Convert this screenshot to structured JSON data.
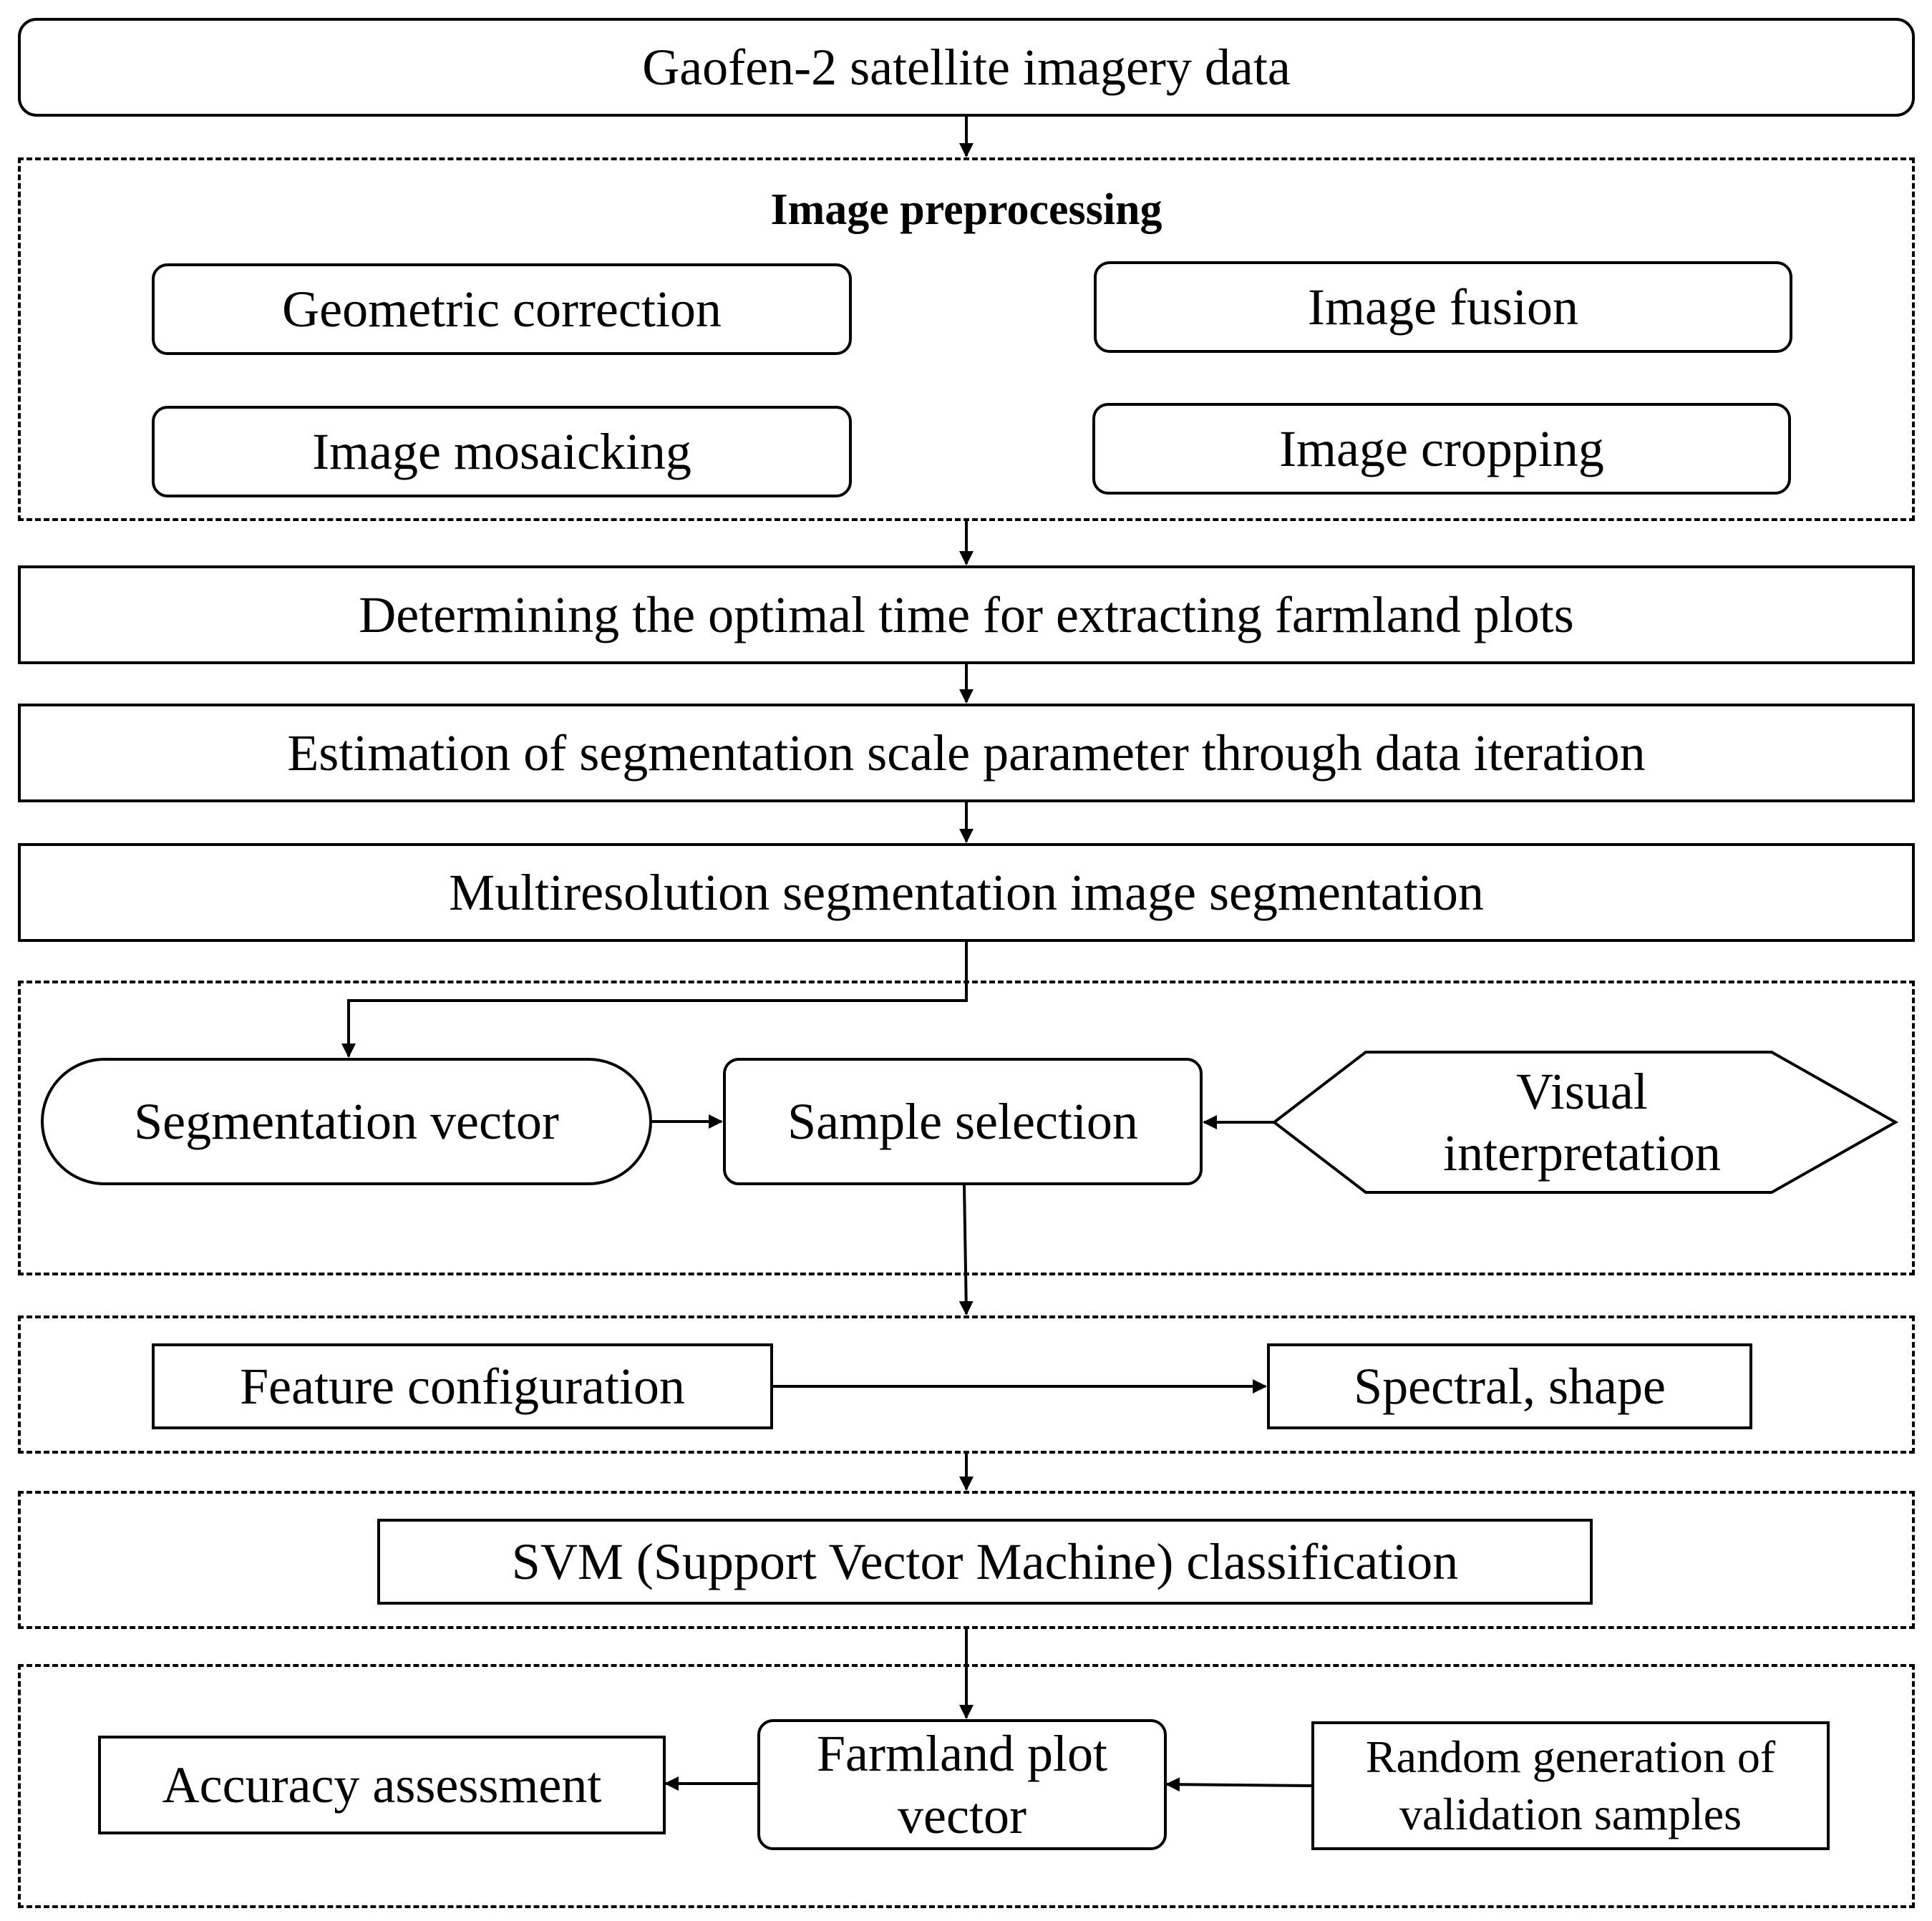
{
  "source": "Gaofen-2 satellite imagery data",
  "preprocessing": {
    "title": "Image preprocessing",
    "steps": [
      "Geometric correction",
      "Image fusion",
      "Image mosaicking",
      "Image cropping"
    ]
  },
  "optimal_time": "Determining the optimal time for extracting farmland plots",
  "scale_estimation": "Estimation of segmentation scale parameter through data iteration",
  "segmentation": "Multiresolution segmentation image segmentation",
  "sampling": {
    "segmentation_vector": "Segmentation vector",
    "sample_selection": "Sample selection",
    "visual_interpretation": "Visual interpretation"
  },
  "features": {
    "feature_configuration": "Feature configuration",
    "spectral_shape": "Spectral, shape"
  },
  "classification": "SVM (Support Vector Machine) classification",
  "assessment": {
    "accuracy_assessment": "Accuracy assessment",
    "farmland_plot_vector": "Farmland plot vector",
    "random_validation": "Random generation of validation samples"
  }
}
